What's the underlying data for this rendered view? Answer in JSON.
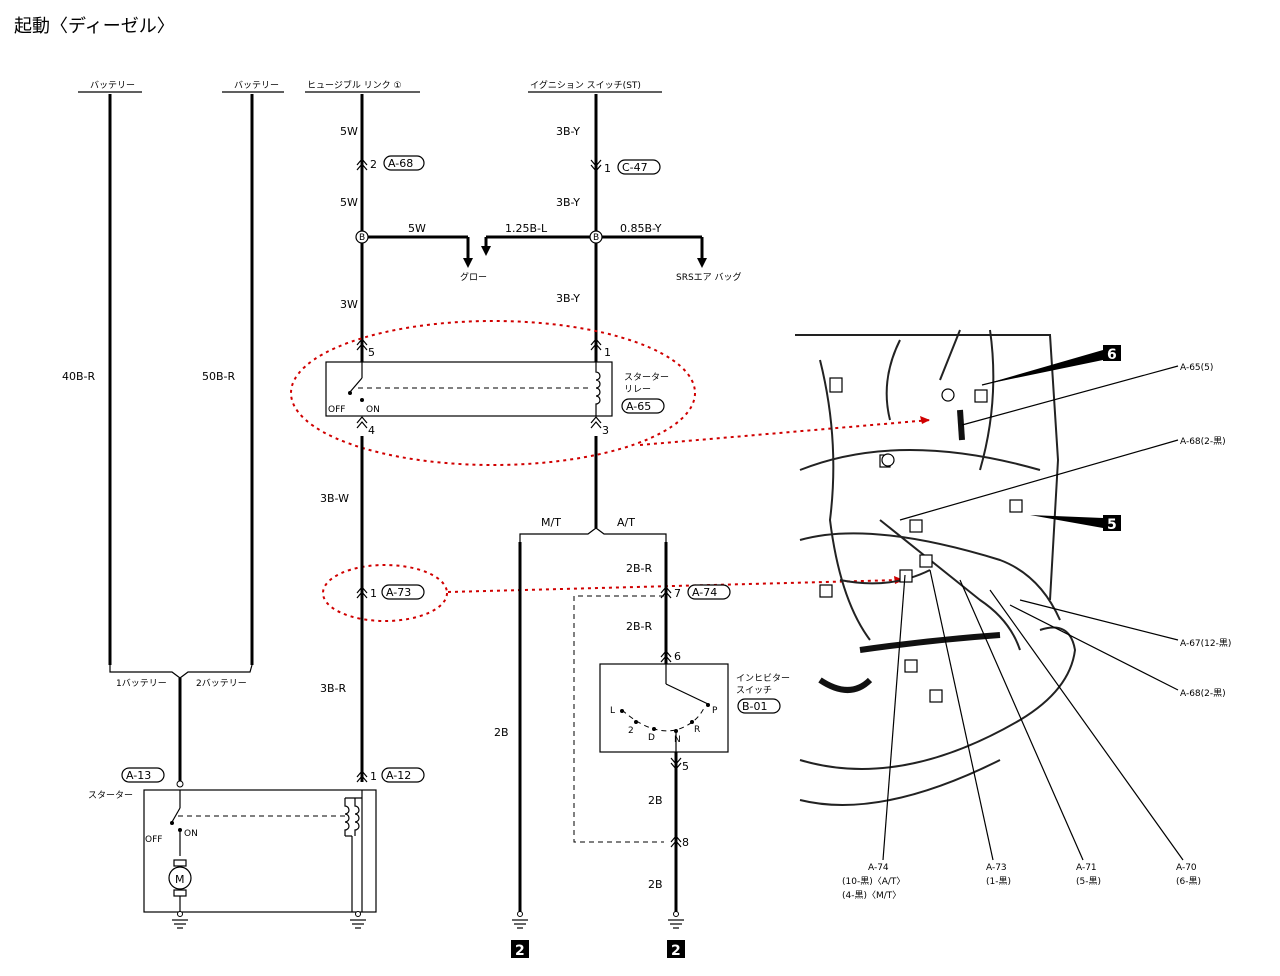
{
  "title": "起動〈ディーゼル〉",
  "sources": {
    "battery1": "バッテリー",
    "battery2": "バッテリー",
    "fusible_link": "ヒュージブル リンク ①",
    "ignition": "イグニション スイッチ(ST)"
  },
  "wires": {
    "w40br": "40B-R",
    "w50br": "50B-R",
    "w5w_a": "5W",
    "w5w_b": "5W",
    "w5w_c": "5W",
    "w3w": "3W",
    "w3bw": "3B-W",
    "w3br": "3B-R",
    "w3by_a": "3B-Y",
    "w3by_b": "3B-Y",
    "w3by_c": "3B-Y",
    "w125bl": "1.25B-L",
    "w085by": "0.85B-Y",
    "w2br_a": "2B-R",
    "w2br_b": "2B-R",
    "w2b_mt": "2B",
    "w2b_a": "2B",
    "w2b_b": "2B"
  },
  "branches": {
    "glow": "グロー",
    "srs": "SRSエア バッグ",
    "mt": "M/T",
    "at": "A/T",
    "batt1_join": "1バッテリー",
    "batt2_join": "2バッテリー"
  },
  "connectors": {
    "a68": "A-68",
    "a68_pin": "2",
    "c47": "C-47",
    "c47_pin": "1",
    "a65": "A-65",
    "a73": "A-73",
    "a73_pin": "1",
    "a74": "A-74",
    "a74_pin": "7",
    "a13": "A-13",
    "a12": "A-12",
    "a12_pin": "1",
    "b01": "B-01"
  },
  "relay": {
    "name": "スターター\nリレー",
    "name_l1": "スターター",
    "name_l2": "リレー",
    "pin5": "5",
    "pin1": "1",
    "pin4": "4",
    "pin3": "3",
    "off": "OFF",
    "on": "ON"
  },
  "starter": {
    "name": "スターター",
    "off": "OFF",
    "on": "ON",
    "motor": "M"
  },
  "inhibitor": {
    "name_l1": "インヒビター",
    "name_l2": "スイッチ",
    "pin6": "6",
    "pin5": "5",
    "pin8": "8",
    "positions": [
      "L",
      "2",
      "D",
      "N",
      "R",
      "P"
    ]
  },
  "ground_badges": [
    "2",
    "2"
  ],
  "splice": "B",
  "engine_view": {
    "badge6": "6",
    "badge5": "5",
    "labels": {
      "a65": "A-65(5)",
      "a68_top": "A-68(2-黒)",
      "a67": "A-67(12-黒)",
      "a68_bot": "A-68(2-黒)",
      "a74_l1": "A-74",
      "a74_l2": "(10-黒)〈A/T〉",
      "a74_l3": "(4-黒)〈M/T〉",
      "a73_l1": "A-73",
      "a73_l2": "(1-黒)",
      "a71_l1": "A-71",
      "a71_l2": "(5-黒)",
      "a70_l1": "A-70",
      "a70_l2": "(6-黒)"
    }
  }
}
